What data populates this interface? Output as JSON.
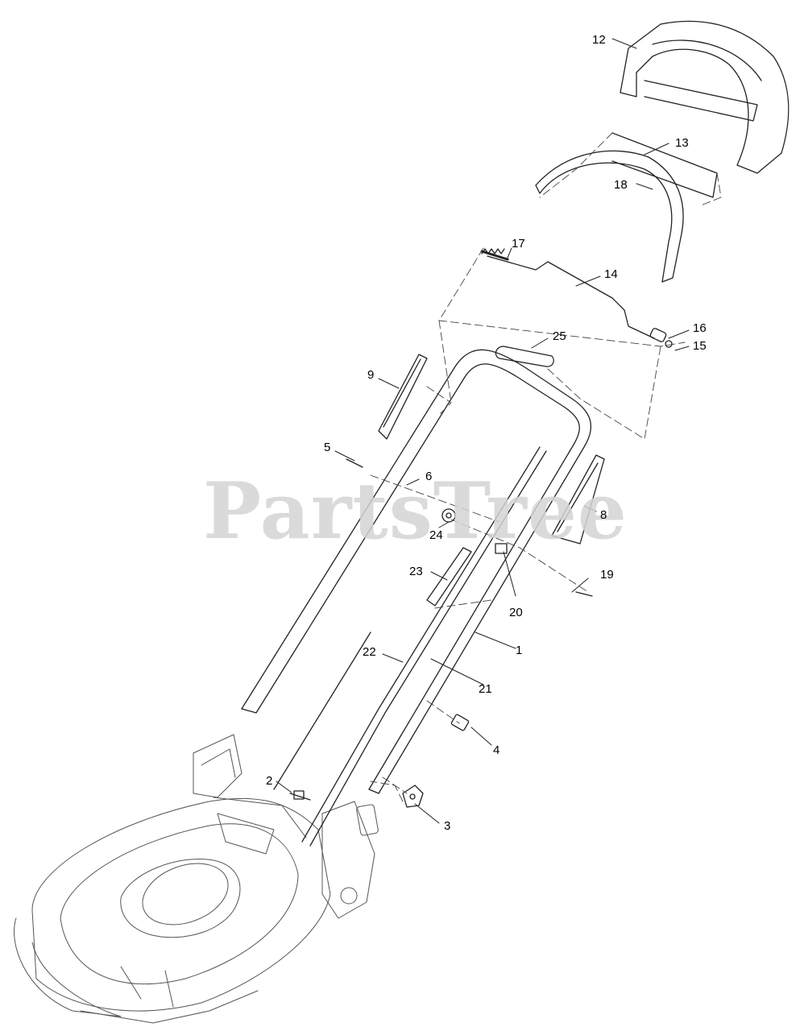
{
  "watermark": "PartsTree",
  "callouts": [
    {
      "id": "1",
      "label": "1"
    },
    {
      "id": "2",
      "label": "2"
    },
    {
      "id": "3",
      "label": "3"
    },
    {
      "id": "4",
      "label": "4"
    },
    {
      "id": "5",
      "label": "5"
    },
    {
      "id": "6",
      "label": "6"
    },
    {
      "id": "8",
      "label": "8"
    },
    {
      "id": "9",
      "label": "9"
    },
    {
      "id": "12",
      "label": "12"
    },
    {
      "id": "13",
      "label": "13"
    },
    {
      "id": "14",
      "label": "14"
    },
    {
      "id": "15",
      "label": "15"
    },
    {
      "id": "16",
      "label": "16"
    },
    {
      "id": "17",
      "label": "17"
    },
    {
      "id": "18",
      "label": "18"
    },
    {
      "id": "19",
      "label": "19"
    },
    {
      "id": "20",
      "label": "20"
    },
    {
      "id": "21",
      "label": "21"
    },
    {
      "id": "22",
      "label": "22"
    },
    {
      "id": "23",
      "label": "23"
    },
    {
      "id": "24",
      "label": "24"
    },
    {
      "id": "25",
      "label": "25"
    }
  ]
}
